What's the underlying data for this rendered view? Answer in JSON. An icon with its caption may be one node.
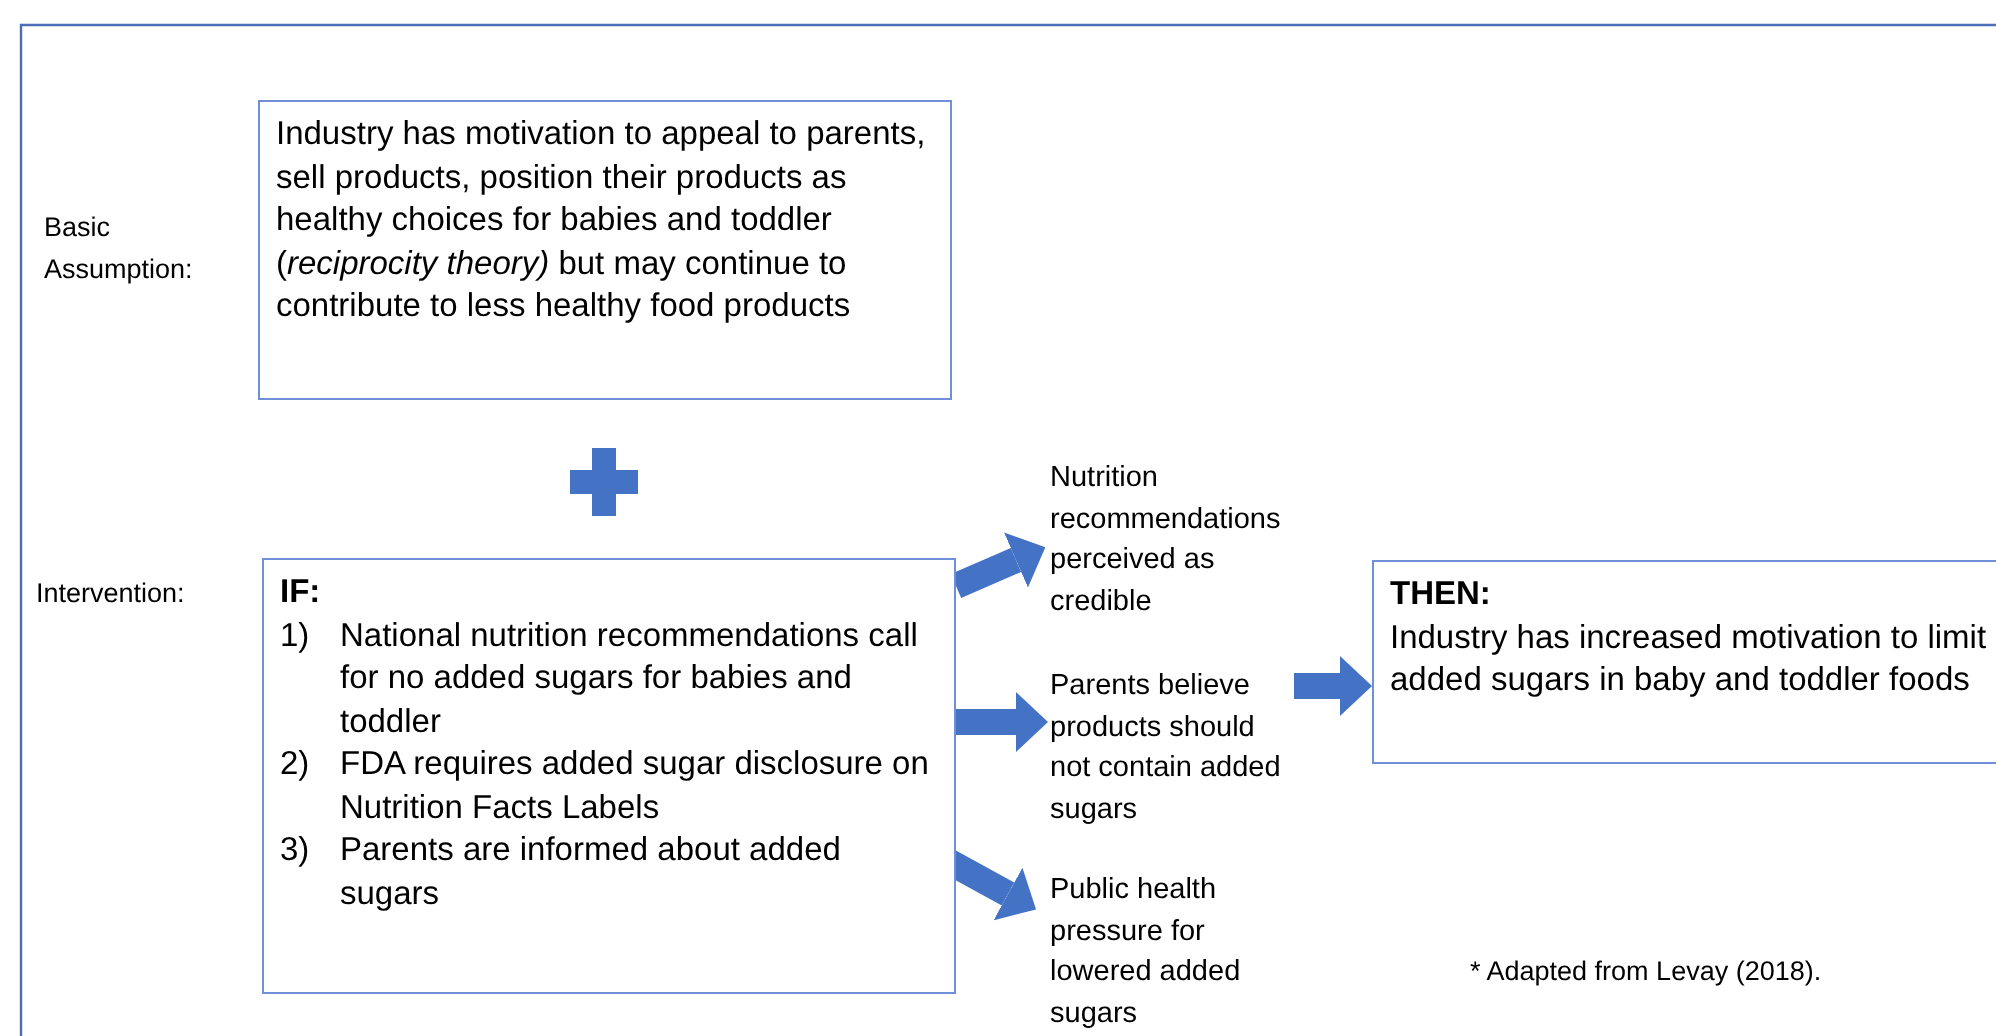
{
  "diagram": {
    "nodes": [
      {
        "text": [
          "Industry has motivation to appeal to parents, sell products, position their products as healthy choices for babies and toddler (*reciprocity theory)* but may continue to contribute to less healthy food products"
        ]
      },
      {
        "text": [
          "IF:",
          "1)\tNational nutrition recommendations call for no added sugars for babies and toddler",
          "2)\tFDA requires added sugar disclosure on Nutrition Facts Labels",
          "3)\tParents are informed about added sugars"
        ]
      },
      {
        "text": [
          "Nutrition recommendations perceived as credible"
        ]
      },
      {
        "text": [
          "Parents believe products should not contain added sugars"
        ]
      },
      {
        "text": [
          "Public health pressure for lowered added sugars"
        ]
      },
      {
        "text": [
          "THEN:",
          "Industry has increased motivation to limit added sugars in baby and toddler foods"
        ]
      }
    ],
    "edges": [
      {
        "from": 1,
        "to": 2,
        "arrow": "to"
      },
      {
        "from": 1,
        "to": 3,
        "arrow": "to"
      },
      {
        "from": 1,
        "to": 4,
        "arrow": "to"
      },
      {
        "from": 3,
        "to": 5,
        "arrow": "to"
      }
    ],
    "labels": [
      "Basic Assumption:",
      "Intervention:",
      "* Adapted from Levay (2018)."
    ]
  }
}
